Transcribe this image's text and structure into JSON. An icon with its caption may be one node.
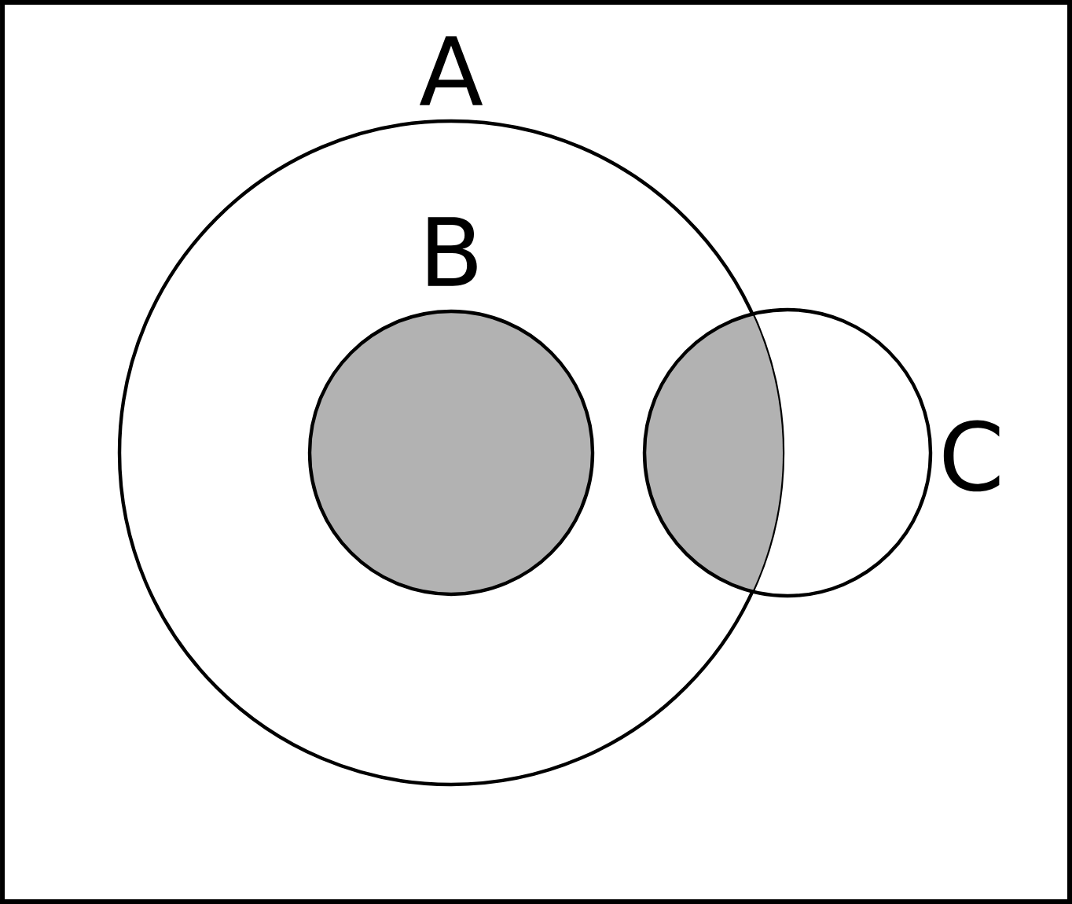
{
  "diagram": {
    "nodes": [
      {
        "text": [
          "A"
        ]
      },
      {
        "text": [
          "B"
        ],
        "in": 0
      },
      {
        "text": [
          "C"
        ]
      }
    ]
  }
}
